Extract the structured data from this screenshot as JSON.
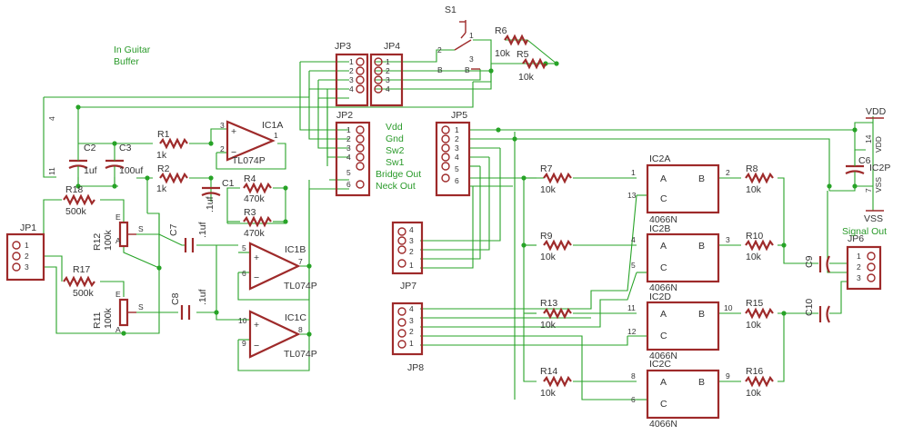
{
  "notes": {
    "title_line1": "In Guitar",
    "title_line2": "Buffer"
  },
  "headers": {
    "jp1": {
      "name": "JP1",
      "pins": [
        "1",
        "2",
        "3"
      ]
    },
    "jp2": {
      "name": "JP2",
      "pins": [
        "1",
        "2",
        "3",
        "4",
        "5",
        "6"
      ],
      "labels": [
        "Vdd",
        "Gnd",
        "Sw2",
        "Sw1",
        "Bridge Out",
        "Neck Out"
      ]
    },
    "jp3": {
      "name": "JP3",
      "pins": [
        "1",
        "2",
        "3",
        "4"
      ]
    },
    "jp4": {
      "name": "JP4",
      "pins": [
        "1",
        "2",
        "3",
        "4"
      ]
    },
    "jp5": {
      "name": "JP5",
      "pins": [
        "1",
        "2",
        "3",
        "4",
        "5",
        "6"
      ]
    },
    "jp6": {
      "name": "JP6",
      "pins": [
        "1",
        "2",
        "3"
      ],
      "caption": "Signal Out"
    },
    "jp7": {
      "name": "JP7",
      "pins": [
        "4",
        "3",
        "2",
        "1"
      ]
    },
    "jp8": {
      "name": "JP8",
      "pins": [
        "4",
        "3",
        "2",
        "1"
      ]
    }
  },
  "switch": {
    "name": "S1",
    "pins": [
      "2",
      "1",
      "3"
    ],
    "b1": "B",
    "b2": "B"
  },
  "resistors": {
    "r1": {
      "name": "R1",
      "value": "1k"
    },
    "r2": {
      "name": "R2",
      "value": "1k"
    },
    "r3": {
      "name": "R3",
      "value": "470k"
    },
    "r4": {
      "name": "R4",
      "value": "470k"
    },
    "r5": {
      "name": "R5",
      "value": "10k"
    },
    "r6": {
      "name": "R6",
      "value": "10k"
    },
    "r7": {
      "name": "R7",
      "value": "10k"
    },
    "r8": {
      "name": "R8",
      "value": "10k"
    },
    "r9": {
      "name": "R9",
      "value": "10k"
    },
    "r10": {
      "name": "R10",
      "value": "10k"
    },
    "r13": {
      "name": "R13",
      "value": "10k"
    },
    "r14": {
      "name": "R14",
      "value": "10k"
    },
    "r15": {
      "name": "R15",
      "value": "10k"
    },
    "r16": {
      "name": "R16",
      "value": "10k"
    },
    "r17": {
      "name": "R17",
      "value": "500k"
    },
    "r18": {
      "name": "R18",
      "value": "500k"
    }
  },
  "pots": {
    "r12": {
      "name": "R12",
      "value": "100k",
      "e": "E",
      "a": "A",
      "s": "S"
    },
    "r11": {
      "name": "R11",
      "value": "100k",
      "e": "E",
      "a": "A",
      "s": "S"
    }
  },
  "caps": {
    "c1": {
      "name": "C1",
      "value": ".1uf"
    },
    "c2": {
      "name": "C2",
      "value": "1uf"
    },
    "c3": {
      "name": "C3",
      "value": "100uf"
    },
    "c6": {
      "name": "C6"
    },
    "c7": {
      "name": "C7",
      "value": ".1uf"
    },
    "c8": {
      "name": "C8",
      "value": ".1uf"
    },
    "c9": {
      "name": "C9"
    },
    "c10": {
      "name": "C10"
    }
  },
  "opamps": {
    "ic1a": {
      "name": "IC1A",
      "part": "TL074P",
      "pins": [
        "3",
        "2",
        "1"
      ]
    },
    "ic1b": {
      "name": "IC1B",
      "part": "TL074P",
      "pins": [
        "5",
        "6",
        "7"
      ]
    },
    "ic1c": {
      "name": "IC1C",
      "part": "TL074P",
      "pins": [
        "10",
        "9",
        "8"
      ]
    }
  },
  "switches4066": {
    "ic2a": {
      "name": "IC2A",
      "part": "4066N",
      "a": "A",
      "b": "B",
      "c": "C",
      "pins": [
        "1",
        "2",
        "13"
      ]
    },
    "ic2b": {
      "name": "IC2B",
      "part": "4066N",
      "a": "A",
      "b": "B",
      "c": "C",
      "pins": [
        "4",
        "3",
        "5"
      ]
    },
    "ic2d": {
      "name": "IC2D",
      "part": "4066N",
      "a": "A",
      "b": "B",
      "c": "C",
      "pins": [
        "11",
        "10",
        "12"
      ]
    },
    "ic2c": {
      "name": "IC2C",
      "part": "4066N",
      "a": "A",
      "b": "B",
      "c": "C",
      "pins": [
        "8",
        "9",
        "6"
      ]
    }
  },
  "power": {
    "vdd": "VDD",
    "vss": "VSS",
    "ic2p": "IC2P",
    "p14": "14",
    "p7": "7",
    "v_dd": "VDD",
    "v_ss": "VSS",
    "p4": "4",
    "p11": "11"
  }
}
